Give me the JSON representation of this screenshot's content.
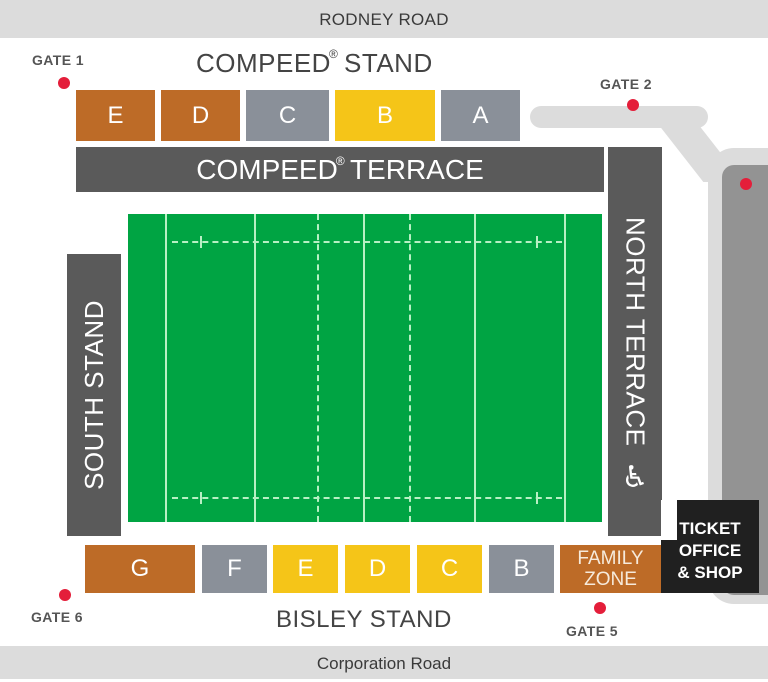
{
  "roads": {
    "top": "RODNEY ROAD",
    "bottom": "Corporation Road"
  },
  "gates": [
    {
      "id": "gate-1",
      "label": "GATE 1"
    },
    {
      "id": "gate-2",
      "label": "GATE 2"
    },
    {
      "id": "gate-5",
      "label": "GATE 5"
    },
    {
      "id": "gate-6",
      "label": "GATE 6"
    }
  ],
  "compeed_stand": {
    "title_left": "COMPEED",
    "registered": "®",
    "title_right": "STAND",
    "blocks": [
      {
        "label": "E",
        "color": "#bd6b27"
      },
      {
        "label": "D",
        "color": "#bd6b27"
      },
      {
        "label": "C",
        "color": "#8a9099"
      },
      {
        "label": "B",
        "color": "#f5c518"
      },
      {
        "label": "A",
        "color": "#8a9099"
      }
    ]
  },
  "compeed_terrace": {
    "title_left": "COMPEED",
    "registered": "®",
    "title_right": "TERRACE"
  },
  "south_stand": {
    "title": "SOUTH STAND"
  },
  "north_terrace": {
    "title": "NORTH TERRACE",
    "accessibility_icon": "♿"
  },
  "bisley_stand": {
    "title": "BISLEY STAND",
    "blocks": [
      {
        "label": "G",
        "color": "#bd6b27"
      },
      {
        "label": "F",
        "color": "#8a9099"
      },
      {
        "label": "E",
        "color": "#f5c518"
      },
      {
        "label": "D",
        "color": "#f5c518"
      },
      {
        "label": "C",
        "color": "#f5c518"
      },
      {
        "label": "B",
        "color": "#8a9099"
      }
    ]
  },
  "family_zone": {
    "line1": "FAMILY",
    "line2": "ZONE",
    "color": "#bd6b27"
  },
  "ticket_office": {
    "line1": "TICKET",
    "line2": "OFFICE",
    "line3": "& SHOP"
  },
  "colors": {
    "pitch": "#00a443",
    "gate_marker": "#e41e3a",
    "terrace": "#5a5a5a",
    "road": "#dcdcdc"
  }
}
